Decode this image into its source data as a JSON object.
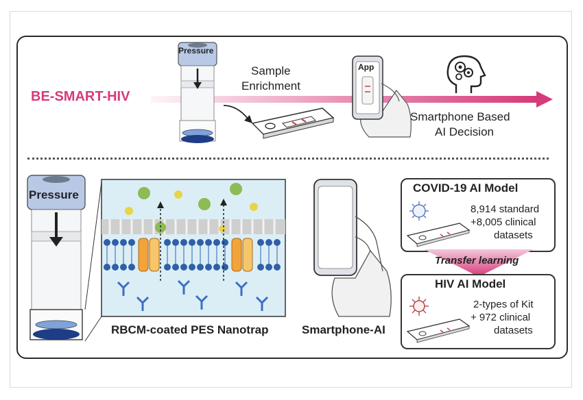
{
  "top": {
    "label": "BE-SMART-HIV",
    "pressure_small": "Pressure",
    "enrichment_line1": "Sample",
    "enrichment_line2": "Enrichment",
    "app_label": "App",
    "decision_line1": "Smartphone Based",
    "decision_line2": "AI Decision"
  },
  "bottom": {
    "pressure_large": "Pressure",
    "nanotrap_caption": "RBCM-coated PES Nanotrap",
    "smartphone_caption": "Smartphone-AI",
    "covid_model": {
      "title": "COVID-19 AI Model",
      "line1": "8,914 standard",
      "line2": "+8,005 clinical",
      "line3": "datasets"
    },
    "transfer": "Transfer learning",
    "hiv_model": {
      "title": "HIV AI Model",
      "line1": "2-types of Kit",
      "line2": "+ 972 clinical",
      "line3": "datasets"
    }
  },
  "colors": {
    "accent_pink": "#d63a7a",
    "vial_cap": "#b8c9e6",
    "membrane_blue": "#2f5fa8",
    "channel_orange": "#f2a33a",
    "panel_bg": "#dbeef6"
  }
}
